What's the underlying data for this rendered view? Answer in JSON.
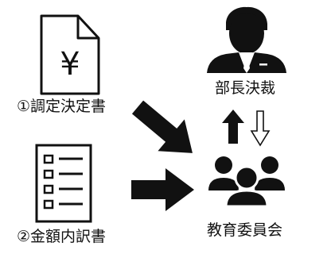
{
  "nodes": {
    "doc1": {
      "label": "①調定決定書",
      "symbol": "¥",
      "icon": "yen-document-icon"
    },
    "doc2": {
      "label": "②金額内訳書",
      "icon": "checklist-document-icon"
    },
    "manager": {
      "label": "部長決裁",
      "icon": "businessman-icon"
    },
    "committee": {
      "label": "教育委員会",
      "icon": "group-of-people-icon"
    }
  },
  "arrows": {
    "doc1_to_committee": {
      "style": "solid-black",
      "direction": "diagonal-down-right"
    },
    "doc2_to_committee": {
      "style": "solid-black",
      "direction": "right"
    },
    "committee_to_manager": {
      "style": "solid-black",
      "direction": "up"
    },
    "manager_to_committee": {
      "style": "hollow-outline",
      "direction": "down"
    }
  },
  "colors": {
    "ink": "#111111",
    "background": "#ffffff"
  }
}
